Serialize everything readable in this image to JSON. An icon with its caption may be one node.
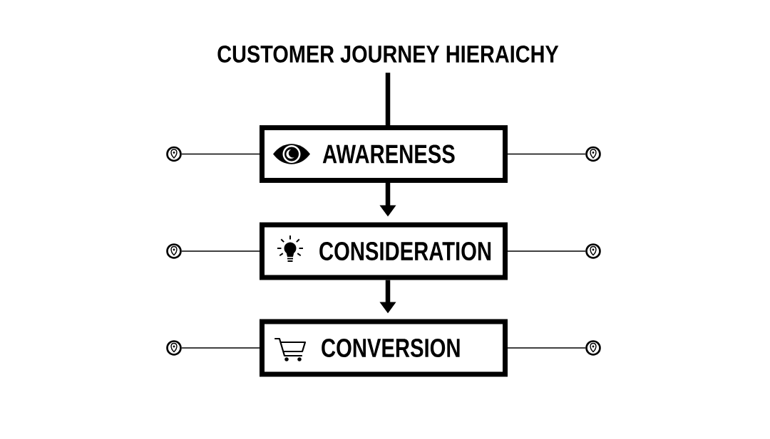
{
  "diagram": {
    "nodes": [
      {
        "text": [
          "CUSTOMER JOURNEY HIERAICHY"
        ]
      },
      {
        "text": [],
        "shape": "circle"
      },
      {
        "text": [
          "AWARENESS"
        ]
      },
      {
        "text": [],
        "shape": "circle"
      },
      {
        "text": [],
        "shape": "circle"
      },
      {
        "text": [
          "CONSIDERATION"
        ]
      },
      {
        "text": [],
        "shape": "circle"
      },
      {
        "text": [],
        "shape": "circle"
      },
      {
        "text": [
          "CONVERSION"
        ]
      },
      {
        "text": [],
        "shape": "circle"
      }
    ],
    "edges": [
      {
        "from": 0,
        "to": 2,
        "arrow": "none",
        "style": "thick"
      },
      {
        "from": 2,
        "to": 5,
        "arrow": "to",
        "style": "thick"
      },
      {
        "from": 5,
        "to": 8,
        "arrow": "to",
        "style": "thick"
      },
      {
        "from": 1,
        "to": 2,
        "arrow": "none"
      },
      {
        "from": 2,
        "to": 3,
        "arrow": "none"
      },
      {
        "from": 4,
        "to": 5,
        "arrow": "none"
      },
      {
        "from": 5,
        "to": 6,
        "arrow": "none"
      },
      {
        "from": 7,
        "to": 8,
        "arrow": "none"
      },
      {
        "from": 8,
        "to": 9,
        "arrow": "none"
      }
    ]
  }
}
